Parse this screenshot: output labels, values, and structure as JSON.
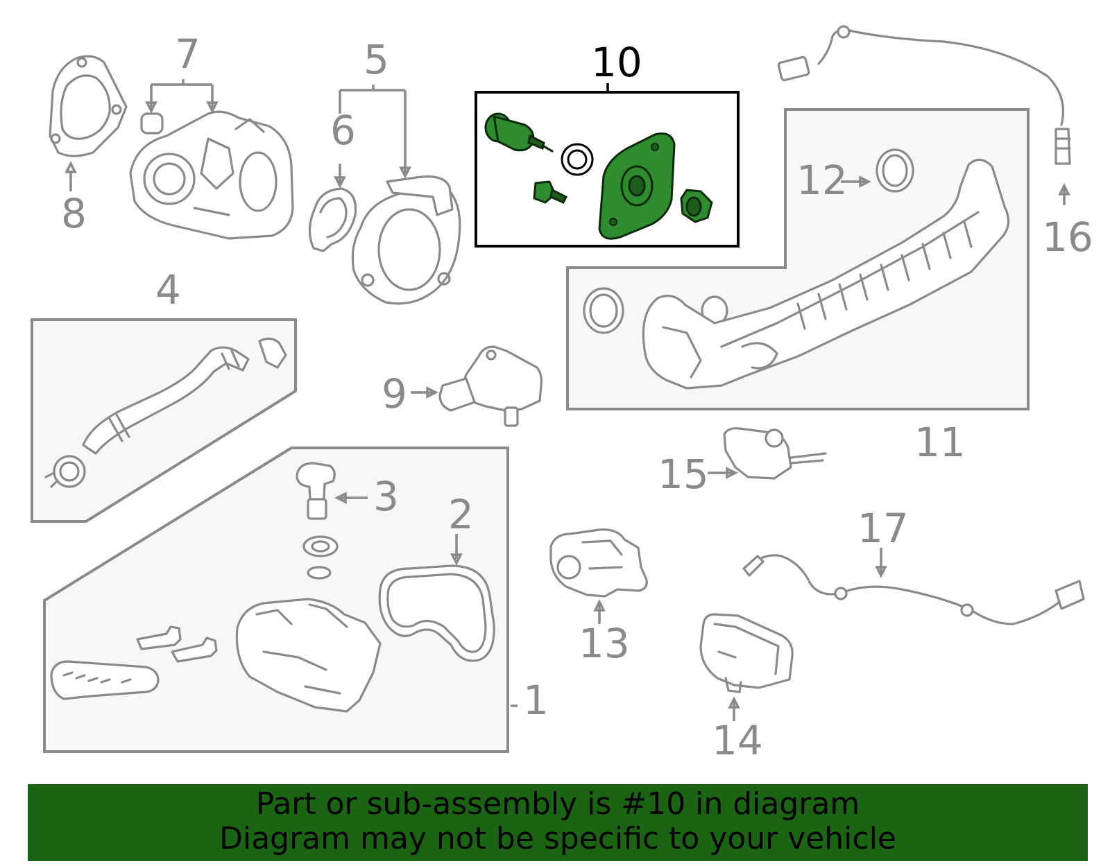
{
  "diagram": {
    "callouts": {
      "c1": "1",
      "c2": "2",
      "c3": "3",
      "c4": "4",
      "c5": "5",
      "c6": "6",
      "c7": "7",
      "c8": "8",
      "c9": "9",
      "c10": "10",
      "c11": "11",
      "c12": "12",
      "c13": "13",
      "c14": "14",
      "c15": "15",
      "c16": "16",
      "c17": "17"
    },
    "highlighted_part": "10",
    "colors": {
      "highlight_fill": "#2e8b2e",
      "line": "#8a8a8a",
      "banner_bg": "#1a6414"
    }
  },
  "banner": {
    "line1": "Part or sub-assembly is #10 in diagram",
    "line2": "Diagram may not be specific to your vehicle"
  }
}
